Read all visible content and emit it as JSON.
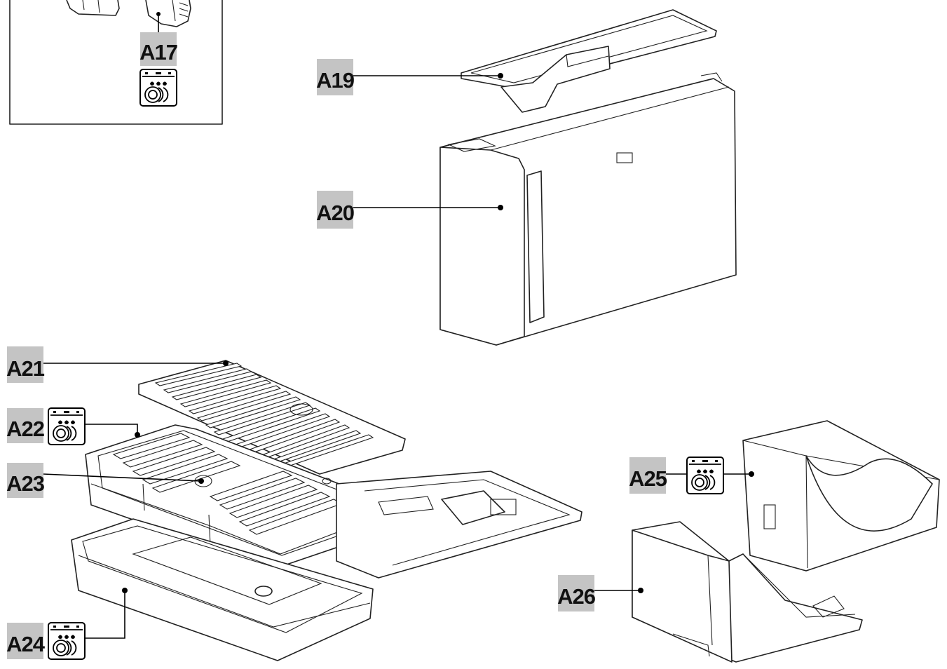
{
  "diagram": {
    "inset_label": "A17",
    "labels": [
      "A19",
      "A20",
      "A21",
      "A22",
      "A23",
      "A24",
      "A25",
      "A26"
    ],
    "dishwasher_icon": "dishwasher-safe-icon",
    "colors": {
      "label_background": "#c4c4c4",
      "line": "#000000",
      "background": "#ffffff"
    }
  }
}
